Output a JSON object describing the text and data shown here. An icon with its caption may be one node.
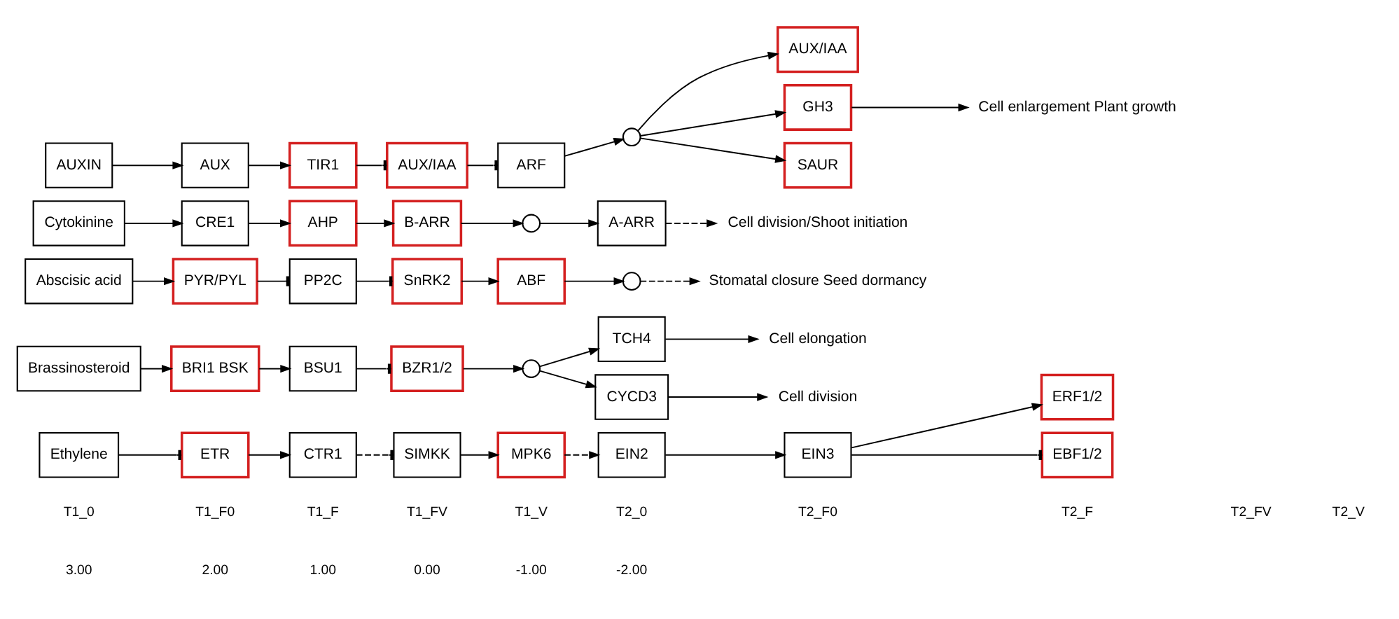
{
  "diagram": {
    "nodes": [
      {
        "text": [
          "AUXIN"
        ]
      },
      {
        "text": [
          "AUX"
        ]
      },
      {
        "text": [
          "TIR1"
        ]
      },
      {
        "text": [
          "AUX/IAA"
        ]
      },
      {
        "text": [
          "ARF"
        ]
      },
      {
        "text": [],
        "shape": "circle"
      },
      {
        "text": [
          "AUX/IAA"
        ]
      },
      {
        "text": [
          "GH3"
        ]
      },
      {
        "text": [
          "SAUR"
        ]
      },
      {
        "text": [
          "Cell enlargement Plant growth"
        ]
      },
      {
        "text": [
          "Cytokinine"
        ]
      },
      {
        "text": [
          "CRE1"
        ]
      },
      {
        "text": [
          "AHP"
        ]
      },
      {
        "text": [
          "B-ARR"
        ]
      },
      {
        "text": [],
        "shape": "circle"
      },
      {
        "text": [
          "A-ARR"
        ]
      },
      {
        "text": [
          "Cell division/Shoot initiation"
        ]
      },
      {
        "text": [
          "Abscisic acid"
        ]
      },
      {
        "text": [
          "PYR/PYL"
        ]
      },
      {
        "text": [
          "PP2C"
        ]
      },
      {
        "text": [
          "SnRK2"
        ]
      },
      {
        "text": [
          "ABF"
        ]
      },
      {
        "text": [],
        "shape": "circle"
      },
      {
        "text": [
          "Stomatal closure Seed dormancy"
        ]
      },
      {
        "text": [
          "Brassinosteroid"
        ]
      },
      {
        "text": [
          "BRI1 BSK"
        ]
      },
      {
        "text": [
          "BSU1"
        ]
      },
      {
        "text": [
          "BZR1/2"
        ]
      },
      {
        "text": [],
        "shape": "circle"
      },
      {
        "text": [
          "TCH4"
        ]
      },
      {
        "text": [
          "CYCD3"
        ]
      },
      {
        "text": [
          "Cell elongation"
        ]
      },
      {
        "text": [
          "Cell division"
        ]
      },
      {
        "text": [
          "Ethylene"
        ]
      },
      {
        "text": [
          "ETR"
        ]
      },
      {
        "text": [
          "CTR1"
        ]
      },
      {
        "text": [
          "SIMKK"
        ]
      },
      {
        "text": [
          "MPK6"
        ]
      },
      {
        "text": [
          "EIN2"
        ]
      },
      {
        "text": [
          "EIN3"
        ]
      },
      {
        "text": [
          "ERF1/2"
        ]
      },
      {
        "text": [
          "EBF1/2"
        ]
      }
    ],
    "edges": [
      {
        "from": 0,
        "to": 1,
        "arrow": "to"
      },
      {
        "from": 1,
        "to": 2,
        "arrow": "to"
      },
      {
        "from": 2,
        "to": 3,
        "arrow": "other"
      },
      {
        "from": 3,
        "to": 4,
        "arrow": "other"
      },
      {
        "from": 4,
        "to": 5,
        "arrow": "to"
      },
      {
        "from": 5,
        "to": 6,
        "arrow": "to"
      },
      {
        "from": 5,
        "to": 7,
        "arrow": "to"
      },
      {
        "from": 5,
        "to": 8,
        "arrow": "to"
      },
      {
        "from": 7,
        "to": 9,
        "arrow": "to"
      },
      {
        "from": 10,
        "to": 11,
        "arrow": "to"
      },
      {
        "from": 11,
        "to": 12,
        "arrow": "to"
      },
      {
        "from": 12,
        "to": 13,
        "arrow": "to"
      },
      {
        "from": 13,
        "to": 14,
        "arrow": "to"
      },
      {
        "from": 14,
        "to": 15,
        "arrow": "to"
      },
      {
        "from": 15,
        "to": 16,
        "arrow": "to",
        "style": "dashed"
      },
      {
        "from": 17,
        "to": 18,
        "arrow": "to"
      },
      {
        "from": 18,
        "to": 19,
        "arrow": "other"
      },
      {
        "from": 19,
        "to": 20,
        "arrow": "other"
      },
      {
        "from": 20,
        "to": 21,
        "arrow": "to"
      },
      {
        "from": 21,
        "to": 22,
        "arrow": "to"
      },
      {
        "from": 22,
        "to": 23,
        "arrow": "to",
        "style": "dashed"
      },
      {
        "from": 24,
        "to": 25,
        "arrow": "to"
      },
      {
        "from": 25,
        "to": 26,
        "arrow": "to"
      },
      {
        "from": 26,
        "to": 27,
        "arrow": "other"
      },
      {
        "from": 27,
        "to": 28,
        "arrow": "to"
      },
      {
        "from": 28,
        "to": 29,
        "arrow": "to"
      },
      {
        "from": 28,
        "to": 30,
        "arrow": "to"
      },
      {
        "from": 29,
        "to": 31,
        "arrow": "to"
      },
      {
        "from": 30,
        "to": 32,
        "arrow": "to"
      },
      {
        "from": 33,
        "to": 34,
        "arrow": "other"
      },
      {
        "from": 34,
        "to": 35,
        "arrow": "to"
      },
      {
        "from": 35,
        "to": 36,
        "arrow": "other",
        "style": "dashed"
      },
      {
        "from": 36,
        "to": 37,
        "arrow": "to"
      },
      {
        "from": 37,
        "to": 38,
        "arrow": "to",
        "style": "dashed"
      },
      {
        "from": 38,
        "to": 39,
        "arrow": "to"
      },
      {
        "from": 39,
        "to": 40,
        "arrow": "to"
      },
      {
        "from": 39,
        "to": 41,
        "arrow": "other"
      }
    ],
    "labels": [
      "T1_0",
      "T1_F0",
      "T1_F",
      "T1_FV",
      "T1_V",
      "T2_0",
      "T2_F0",
      "T2_F",
      "T2_FV",
      "T2_V",
      "3.00",
      "2.00",
      "1.00",
      "0.00",
      "-1.00",
      "-2.00"
    ]
  }
}
